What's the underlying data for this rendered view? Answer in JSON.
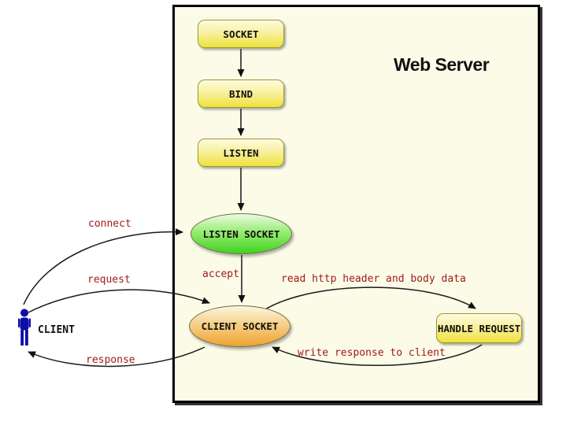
{
  "title": "Web Server",
  "nodes": {
    "socket": "SOCKET",
    "bind": "BIND",
    "listen": "LISTEN",
    "listen_socket": "LISTEN SOCKET",
    "client_socket": "CLIENT SOCKET",
    "handle_request": "HANDLE REQUEST"
  },
  "client_label": "CLIENT",
  "edge_labels": {
    "connect": "connect",
    "request": "request",
    "response": "response",
    "accept": "accept",
    "read": "read http header and body data",
    "write": "write response to client"
  },
  "colors": {
    "label_red": "#A11B1B",
    "panel_bg": "#FBFBE8",
    "panel_border": "#000000",
    "node_yellow": "#EFE23C",
    "node_yellow_border": "#9A9A30",
    "node_green": "#3FD321",
    "node_orange": "#EEA22F",
    "client_blue": "#0D0DA8",
    "arrow": "#1a1a1a"
  }
}
